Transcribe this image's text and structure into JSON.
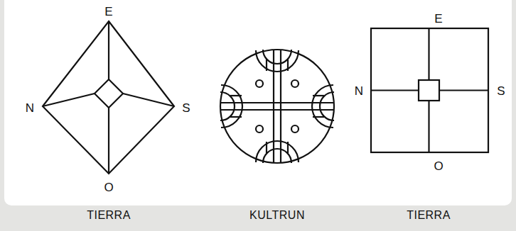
{
  "diagram": {
    "labels": [
      "E",
      "N",
      "S",
      "O",
      "TIERRA",
      "KULTRUN",
      "E",
      "N",
      "S",
      "O",
      "TIERRA"
    ]
  }
}
